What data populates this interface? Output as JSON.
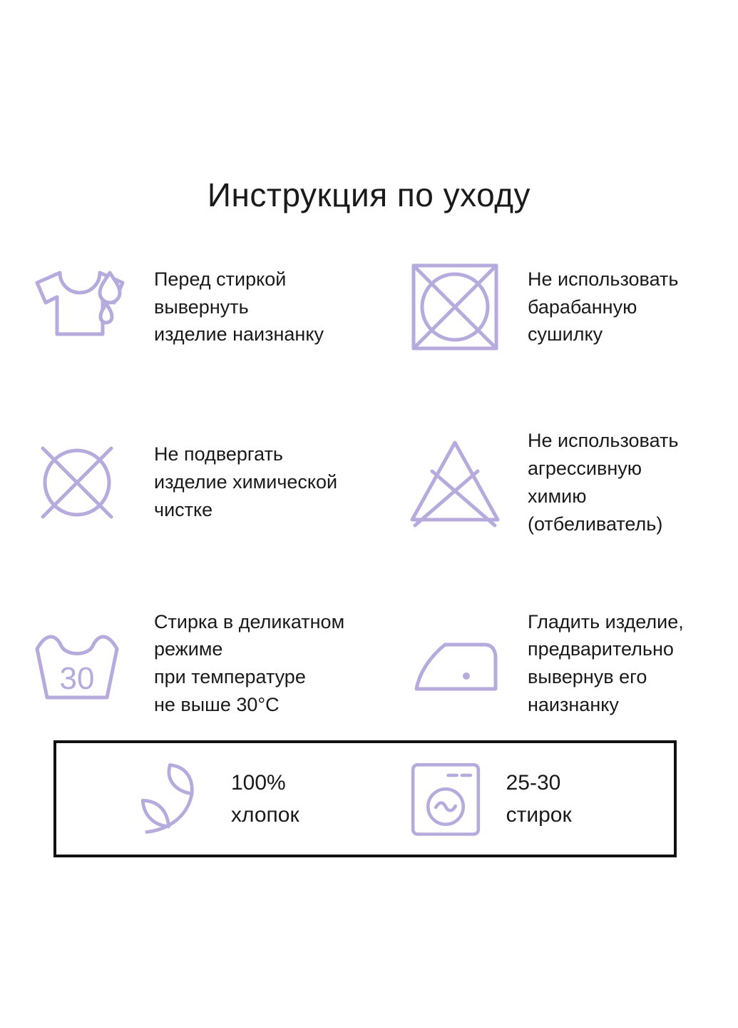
{
  "title": "Инструкция по уходу",
  "care_items": [
    {
      "icon": "tshirt-inside-out-icon",
      "text": "Перед стиркой\nвывернуть\nизделие наизнанку"
    },
    {
      "icon": "no-tumble-dry-icon",
      "text": "Не использовать\nбарабанную сушилку"
    },
    {
      "icon": "no-dry-clean-icon",
      "text": "Не подвергать\nизделие химической\nчистке"
    },
    {
      "icon": "no-bleach-icon",
      "text": "Не использовать\nагрессивную\nхимию (отбеливатель)"
    },
    {
      "icon": "delicate-wash-30-icon",
      "icon_label": "30",
      "text": "Стирка в деликатном\nрежиме\nпри температуре\nне выше 30°С"
    },
    {
      "icon": "iron-inside-out-icon",
      "text": "Гладить изделие,\nпредварительно\nвывернув его\nнаизнанку"
    }
  ],
  "footer": {
    "items": [
      {
        "icon": "cotton-leaf-icon",
        "text": "100%\nхлопок"
      },
      {
        "icon": "washing-machine-icon",
        "text": "25-30\nстирок"
      }
    ]
  },
  "colors": {
    "icon": "#b6abdc",
    "text": "#1a1a1a",
    "border": "#111111",
    "background": "#ffffff"
  }
}
